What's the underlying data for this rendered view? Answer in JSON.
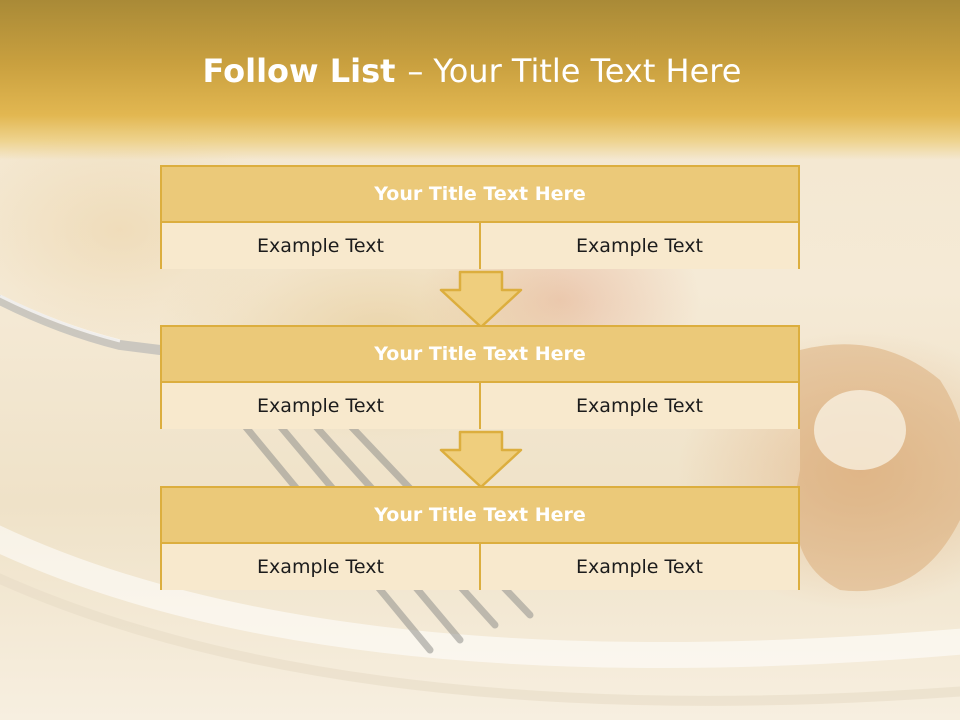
{
  "title": {
    "bold": "Follow List",
    "dash": "–",
    "rest": "Your Title Text Here"
  },
  "blocks": [
    {
      "heading": "Your Title Text Here",
      "left": "Example Text",
      "right": "Example Text"
    },
    {
      "heading": "Your Title Text Here",
      "left": "Example Text",
      "right": "Example Text"
    },
    {
      "heading": "Your Title Text Here",
      "left": "Example Text",
      "right": "Example Text"
    }
  ],
  "colors": {
    "title_band": "#c9a03f",
    "box_border": "#dcae3e",
    "box_header": "#ebc979",
    "box_body": "#f8e9cd",
    "arrow_fill": "#efce7d"
  },
  "icons": {
    "arrow": "down-arrow-icon",
    "background": "fork-and-food-photo"
  }
}
